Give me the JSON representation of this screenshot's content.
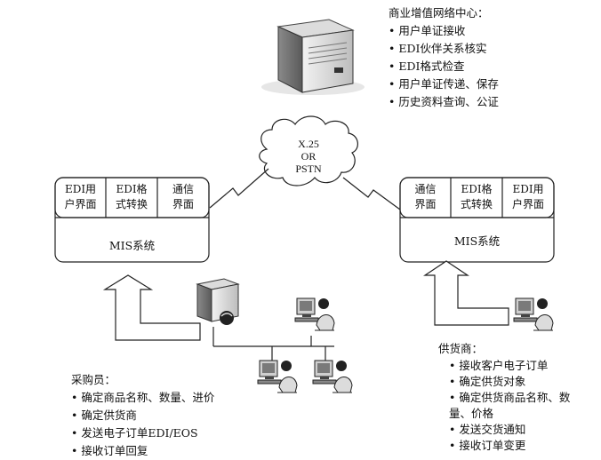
{
  "center": {
    "title": "商业增值网络中心：",
    "items": [
      "用户单证接收",
      "EDI伙伴关系核实",
      "EDI格式检查",
      "用户单证传递、保存",
      "历史资料查询、公证"
    ]
  },
  "network": {
    "line1": "X.25",
    "line2": "OR",
    "line3": "PSTN"
  },
  "left_mis": {
    "cells": [
      {
        "l1": "EDI用",
        "l2": "户界面"
      },
      {
        "l1": "EDI格",
        "l2": "式转换"
      },
      {
        "l1": "通信",
        "l2": "界面"
      }
    ],
    "label": "MIS系统"
  },
  "right_mis": {
    "cells": [
      {
        "l1": "通信",
        "l2": "界面"
      },
      {
        "l1": "EDI格",
        "l2": "式转换"
      },
      {
        "l1": "EDI用",
        "l2": "户界面"
      }
    ],
    "label": "MIS系统"
  },
  "buyer": {
    "title": "采购员：",
    "items": [
      "确定商品名称、数量、进价",
      "确定供货商",
      "发送电子订单EDI/EOS",
      "接收订单回复"
    ]
  },
  "supplier": {
    "title": "供货商：",
    "items": [
      "接收客户电子订单",
      "确定供货对象",
      "确定供货商品名称、数",
      "量、价格",
      "发送交货通知",
      "接收订单变更"
    ]
  }
}
